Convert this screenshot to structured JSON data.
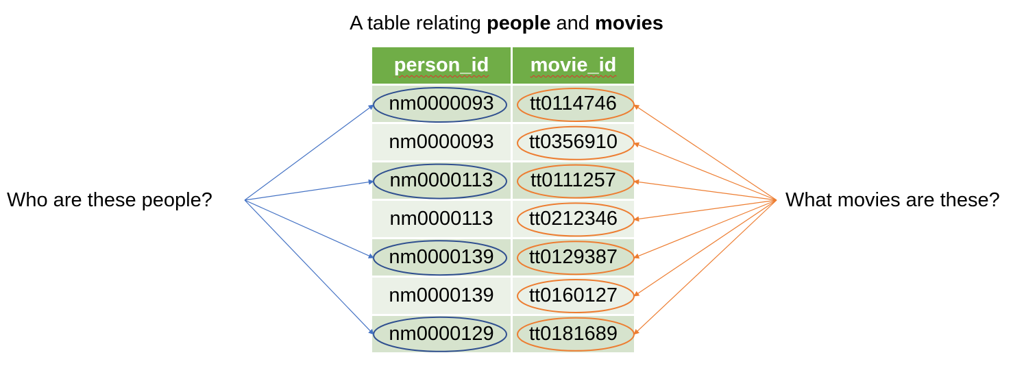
{
  "title": {
    "prefix": "A table relating ",
    "bold1": "people",
    "middle": " and ",
    "bold2": "movies"
  },
  "left_label": "Who are these people?",
  "right_label": "What movies are these?",
  "table": {
    "headers": [
      "person_id",
      "movie_id"
    ],
    "rows": [
      [
        "nm0000093",
        "tt0114746"
      ],
      [
        "nm0000093",
        "tt0356910"
      ],
      [
        "nm0000113",
        "tt0111257"
      ],
      [
        "nm0000113",
        "tt0212346"
      ],
      [
        "nm0000139",
        "tt0129387"
      ],
      [
        "nm0000139",
        "tt0160127"
      ],
      [
        "nm0000129",
        "tt0181689"
      ]
    ]
  },
  "highlight": {
    "person_rows_circled": [
      0,
      2,
      4,
      6
    ],
    "movie_rows_circled": [
      0,
      1,
      2,
      3,
      4,
      5,
      6
    ]
  },
  "colors": {
    "header_bg": "#70ad47",
    "row_odd_bg": "#d6e3cd",
    "row_even_bg": "#ebf1e7",
    "person_arrow": "#4472c4",
    "person_circle": "#2f4f8f",
    "movie_arrow": "#ed7d31"
  }
}
